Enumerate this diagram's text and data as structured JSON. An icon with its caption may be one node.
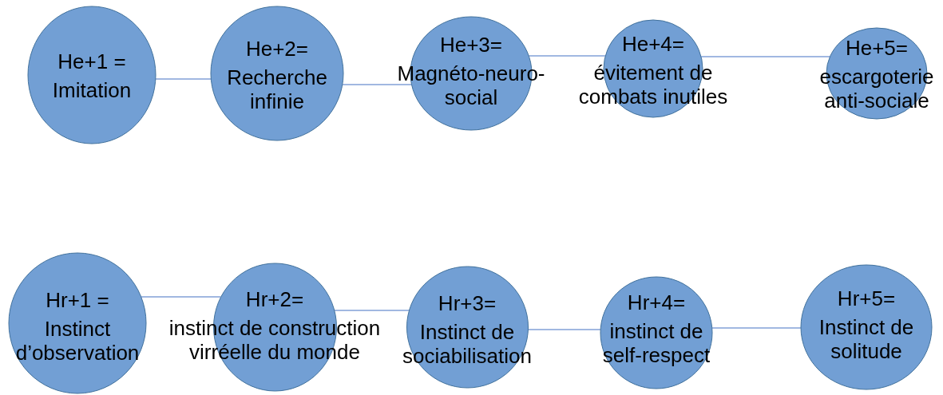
{
  "diagram": {
    "nodes": [
      {
        "text": [
          "He+1 =",
          "Imitation"
        ]
      },
      {
        "text": [
          "He+2=",
          "Recherche infinie"
        ]
      },
      {
        "text": [
          "He+3=",
          "Magnéto-neuro-social"
        ]
      },
      {
        "text": [
          "He+4=",
          "évitement de combats inutiles"
        ]
      },
      {
        "text": [
          "He+5=",
          "escargoterie anti-sociale"
        ]
      },
      {
        "text": [
          "Hr+1 =",
          "Instinct d’observation"
        ]
      },
      {
        "text": [
          "Hr+2=",
          "instinct de construction virréelle du monde"
        ]
      },
      {
        "text": [
          "Hr+3=",
          "Instinct de sociabilisation"
        ]
      },
      {
        "text": [
          "Hr+4=",
          "instinct de self-respect"
        ]
      },
      {
        "text": [
          "Hr+5=",
          "Instinct de solitude"
        ]
      }
    ],
    "edges": [
      {
        "from": 0,
        "to": 1,
        "arrow": "none"
      },
      {
        "from": 1,
        "to": 2,
        "arrow": "none"
      },
      {
        "from": 2,
        "to": 3,
        "arrow": "none"
      },
      {
        "from": 3,
        "to": 4,
        "arrow": "none"
      },
      {
        "from": 5,
        "to": 6,
        "arrow": "none"
      },
      {
        "from": 6,
        "to": 7,
        "arrow": "none"
      },
      {
        "from": 7,
        "to": 8,
        "arrow": "none"
      },
      {
        "from": 8,
        "to": 9,
        "arrow": "none"
      }
    ]
  }
}
